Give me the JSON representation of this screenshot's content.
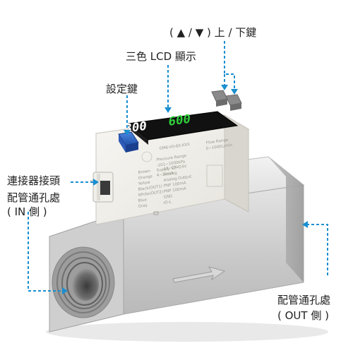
{
  "labels": {
    "updown_keys": "( ▲ / ▼ ) 上 / 下鍵",
    "lcd_display": "三色 LCD 顯示",
    "set_key": "設定鍵",
    "connector": "連接器接頭",
    "inlet_line1": "配管通孔處",
    "inlet_line2": "( IN 側 )",
    "outlet_line1": "配管通孔處",
    "outlet_line2": "( OUT 側 )"
  },
  "lcd": {
    "left_value": "300",
    "right_value": "600"
  },
  "device_label": {
    "model": "GM6-V0-60-XXX",
    "pressure_title": "Pressure Range",
    "pressure_lines": [
      "-101~1000kPa",
      "Supply 12~24V",
      "4~20mA"
    ],
    "flow_title": "Flow Range",
    "flow_range": "0~1000L/min",
    "wiring_lines": [
      "Brown",
      "Orange",
      "Yellow",
      "Black(OUT1)",
      "White(OUT2)",
      "Blue",
      "Gray"
    ],
    "wiring_values": [
      "12~24V",
      "Analog",
      "Analog Output",
      "PNP 100mA",
      "PNP 100mA",
      "GND",
      "IO-L"
    ]
  },
  "colors": {
    "callout": "#1a8fd0",
    "lcd_left": "#ffffff",
    "lcd_right": "#2fd03a",
    "set_button": "#2a63c4"
  }
}
